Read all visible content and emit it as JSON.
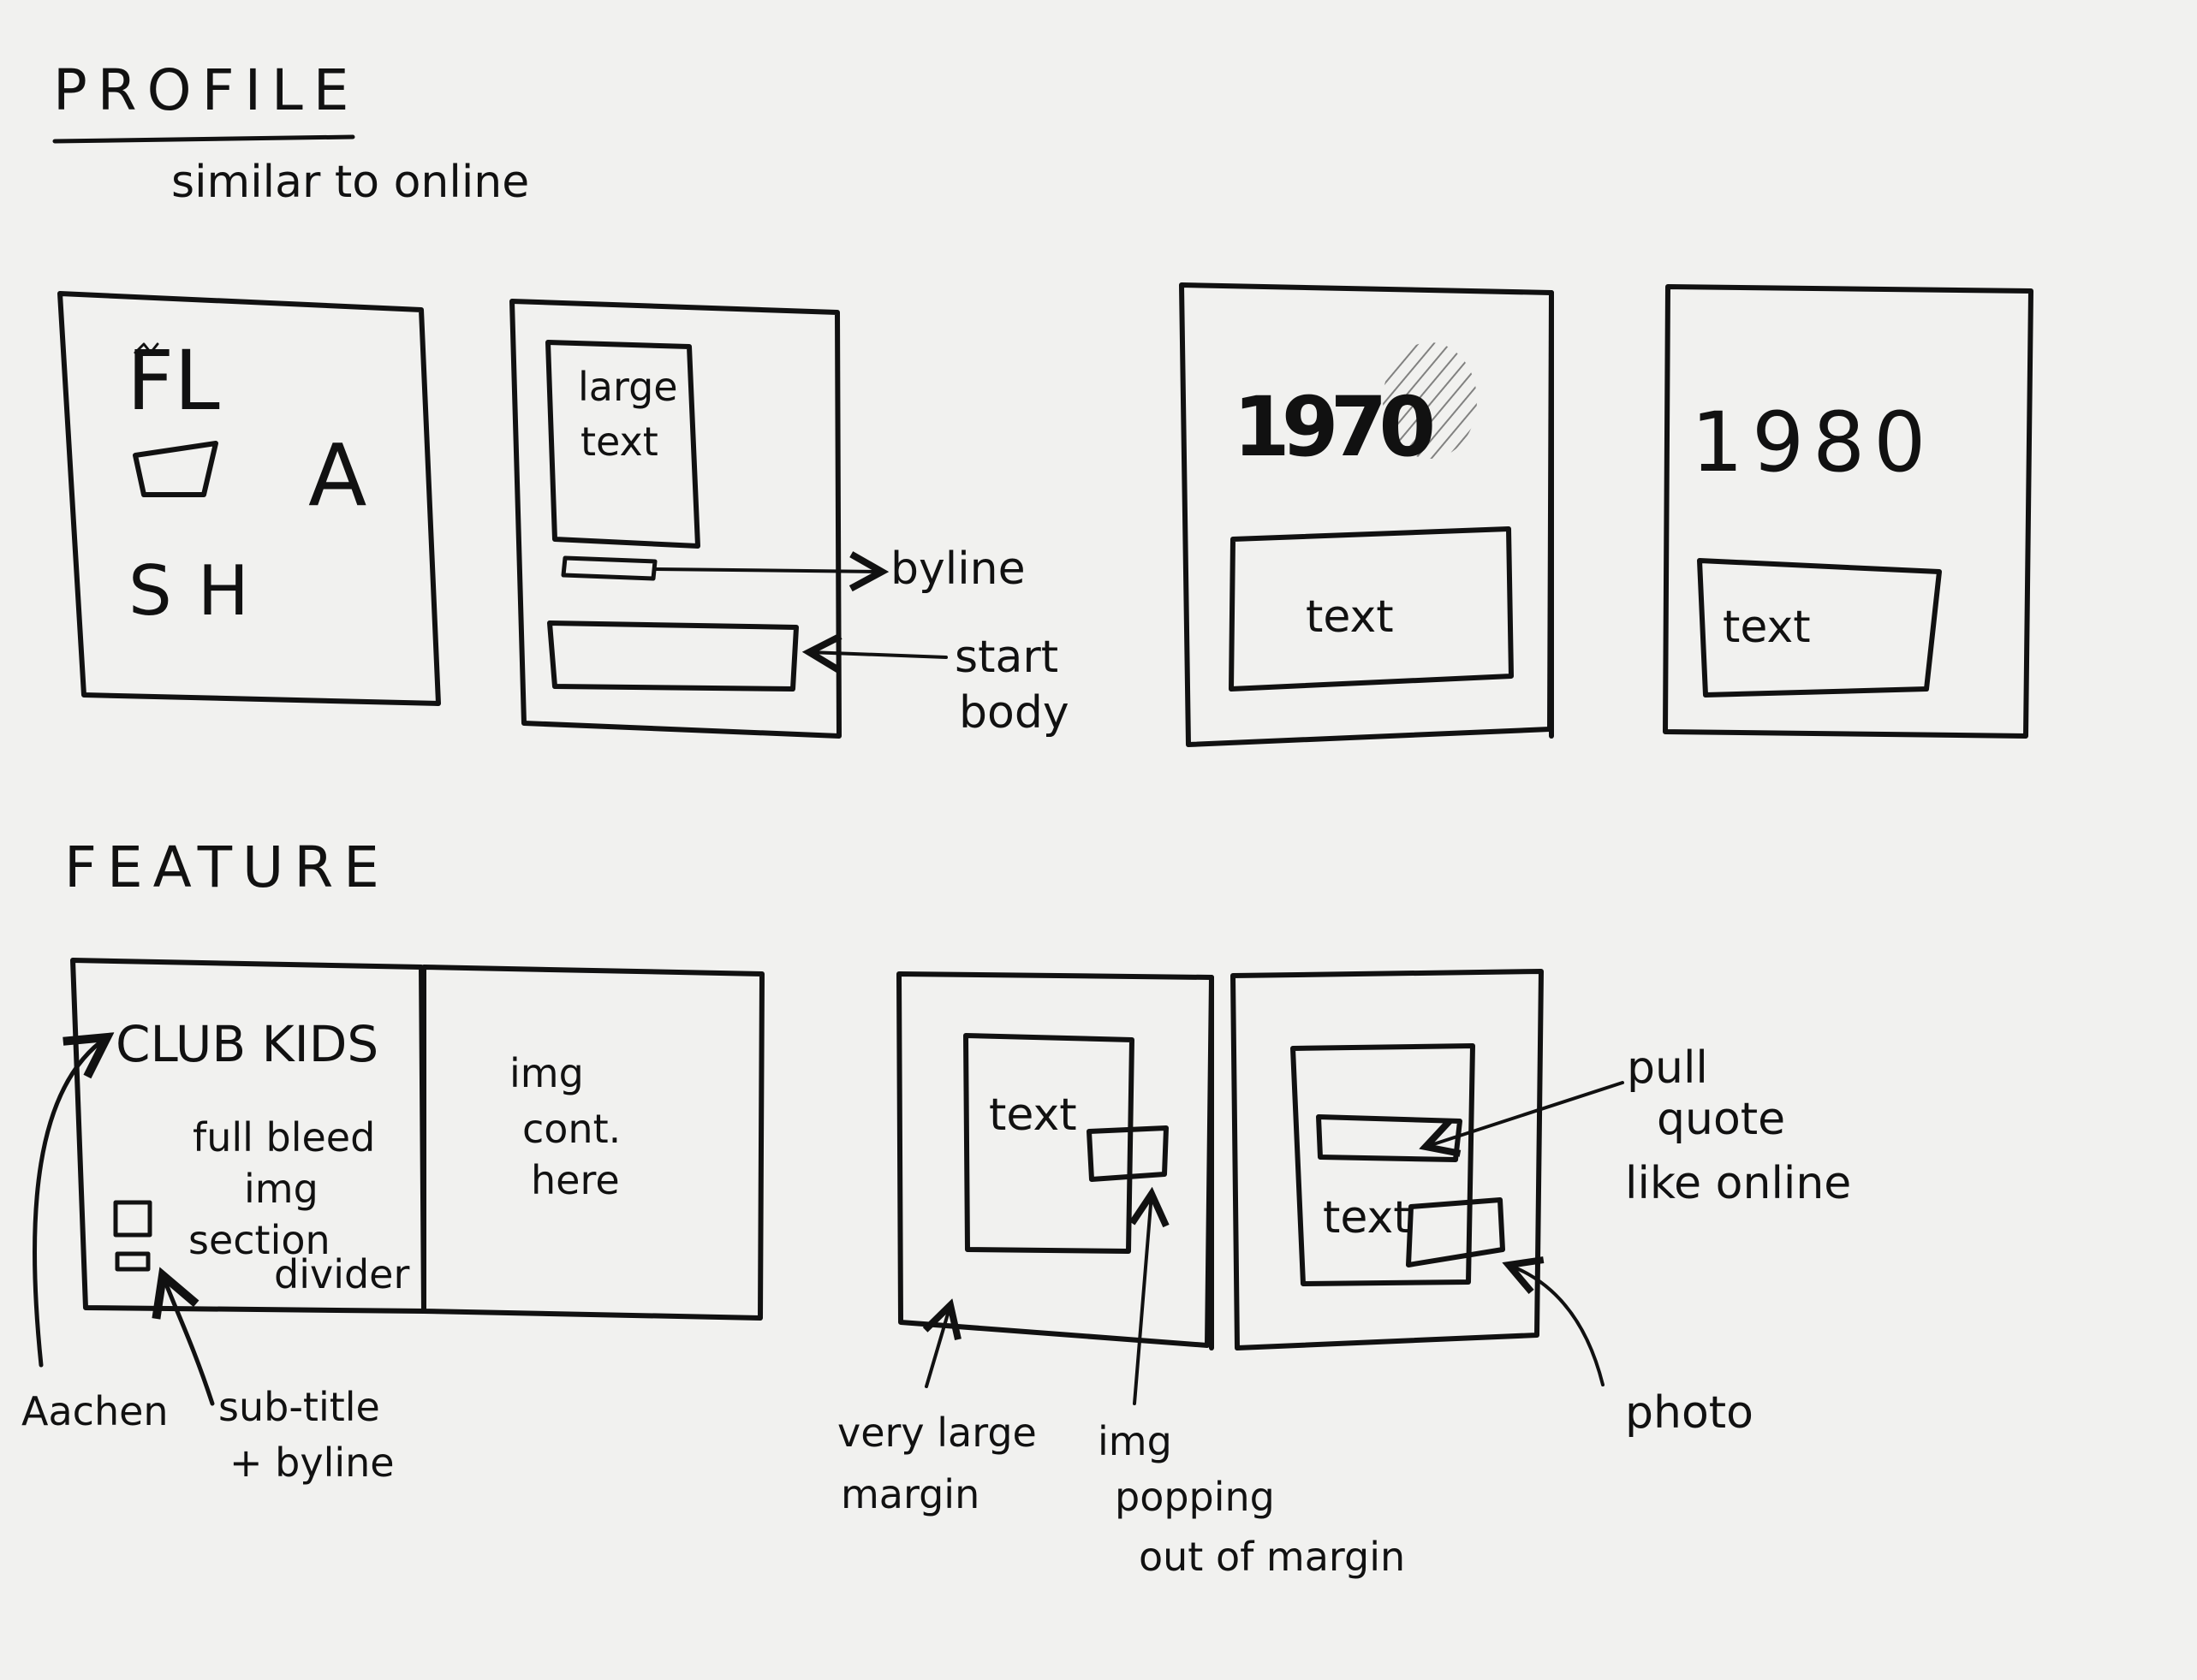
{
  "profile": {
    "heading": "PROFILE",
    "subheading": "similar to online",
    "spread1": {
      "left_letters": [
        "FL",
        "A",
        "SH"
      ],
      "large_text_lines": [
        "large",
        "text"
      ],
      "byline_label": "byline",
      "start_body_lines": [
        "start",
        "body"
      ]
    },
    "spread2": {
      "left_year": "1970",
      "left_text": "text",
      "right_year": "1980",
      "right_text": "text"
    }
  },
  "feature": {
    "heading": "FEATURE",
    "spread1": {
      "title": "CLUB KIDS",
      "left_note_lines": [
        "full bleed",
        "img",
        "section",
        "divider"
      ],
      "right_note_lines": [
        "img",
        "cont.",
        "here"
      ],
      "font_label": "Aachen",
      "subtitle_label_lines": [
        "sub-title",
        "+ byline"
      ]
    },
    "spread2": {
      "left_text": "text",
      "right_text": "text",
      "pull_quote_lines": [
        "pull",
        "quote",
        "like online"
      ],
      "margin_label_lines": [
        "very large",
        "margin"
      ],
      "img_label_lines": [
        "img",
        "popping",
        "out of margin"
      ],
      "photo_label": "photo"
    }
  },
  "colors": {
    "paper": "#f1f1ef",
    "ink": "#111111"
  }
}
